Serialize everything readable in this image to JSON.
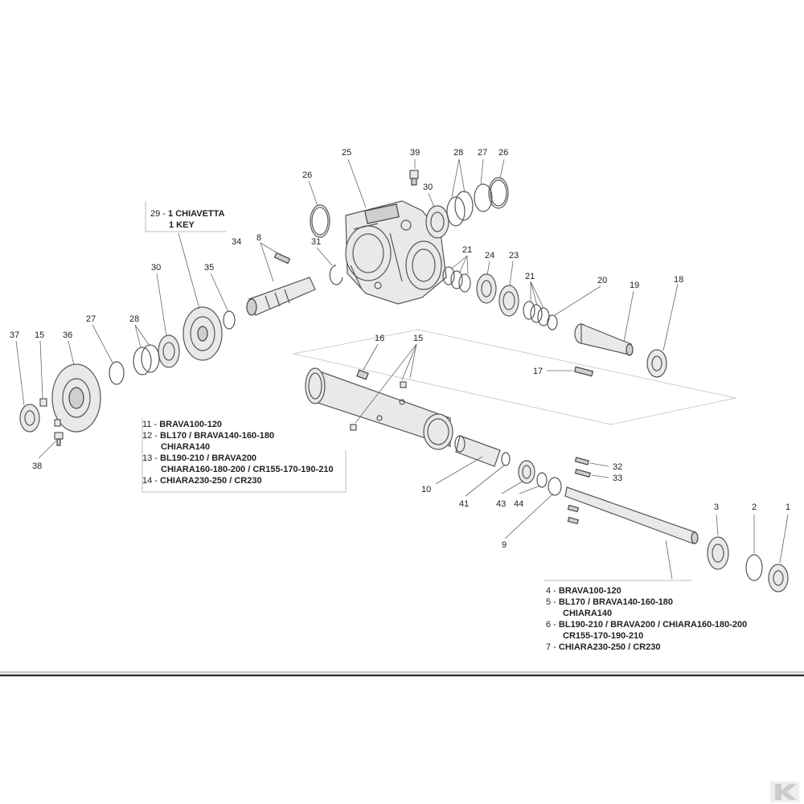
{
  "callouts": {
    "c1": "1",
    "c2": "2",
    "c3": "3",
    "c8": "8",
    "c9": "9",
    "c10": "10",
    "c15a": "15",
    "c15b": "15",
    "c16": "16",
    "c17": "17",
    "c18": "18",
    "c19": "19",
    "c20": "20",
    "c21a": "21",
    "c21b": "21",
    "c23": "23",
    "c24": "24",
    "c25": "25",
    "c26a": "26",
    "c26b": "26",
    "c27a": "27",
    "c27b": "27",
    "c28a": "28",
    "c28b": "28",
    "c30a": "30",
    "c30b": "30",
    "c31": "31",
    "c32": "32",
    "c33": "33",
    "c34": "34",
    "c35": "35",
    "c36": "36",
    "c37": "37",
    "c38": "38",
    "c39": "39",
    "c41": "41",
    "c43": "43",
    "c44": "44"
  },
  "notes": {
    "key_box": {
      "line1_prefix": "29 - ",
      "line1_text": "1 CHIAVETTA",
      "line2_text": "1 KEY"
    },
    "tube_variants": [
      {
        "prefix": "11 - ",
        "text": "BRAVA100-120"
      },
      {
        "prefix": "12 - ",
        "text": "BL170 / BRAVA140-160-180"
      },
      {
        "prefix": "",
        "text": "CHIARA140"
      },
      {
        "prefix": "13 - ",
        "text": "BL190-210 / BRAVA200"
      },
      {
        "prefix": "",
        "text": "CHIARA160-180-200 / CR155-170-190-210"
      },
      {
        "prefix": "14 - ",
        "text": "CHIARA230-250 / CR230"
      }
    ],
    "shaft_variants": [
      {
        "prefix": "4 - ",
        "text": "BRAVA100-120"
      },
      {
        "prefix": "5 - ",
        "text": "BL170 / BRAVA140-160-180"
      },
      {
        "prefix": "",
        "text": "CHIARA140"
      },
      {
        "prefix": "6 - ",
        "text": "BL190-210 / BRAVA200 / CHIARA160-180-200"
      },
      {
        "prefix": "",
        "text": "CR155-170-190-210"
      },
      {
        "prefix": "7 - ",
        "text": "CHIARA230-250 / CR230"
      }
    ]
  },
  "colors": {
    "line": "#555555",
    "text": "#222222",
    "rule": "#333333"
  },
  "icons": {
    "logo": "brand-logo-mark"
  }
}
